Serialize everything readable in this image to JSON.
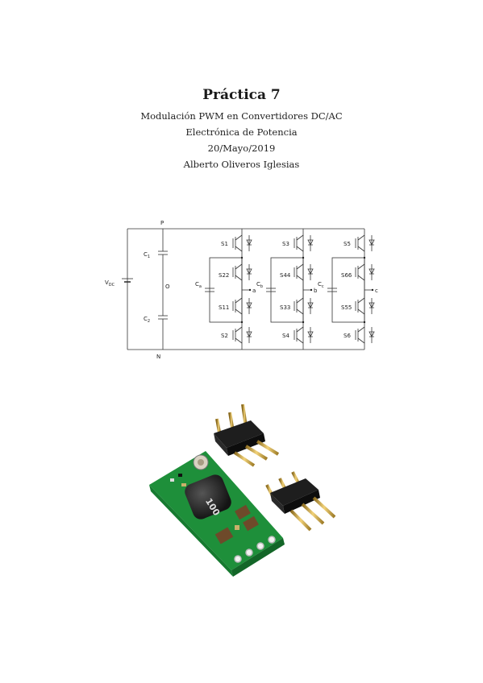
{
  "document": {
    "title": "Práctica 7",
    "subtitle": "Modulación PWM en Convertidores DC/AC",
    "course": "Electrónica de Potencia",
    "date": "20/Mayo/2019",
    "author": "Alberto Oliveros Iglesias"
  },
  "circuit": {
    "labels": {
      "p": "P",
      "n": "N",
      "o": "O",
      "vdc": "V",
      "vdc_sub": "DC",
      "c1": "C",
      "c1_sub": "1",
      "c2": "C",
      "c2_sub": "2",
      "ca": "C",
      "ca_sub": "a",
      "cb": "C",
      "cb_sub": "b",
      "cc": "C",
      "cc_sub": "c",
      "out_a": "a",
      "out_b": "b",
      "out_c": "c"
    },
    "switches": [
      "S1",
      "S22",
      "S11",
      "S2",
      "S3",
      "S44",
      "S33",
      "S4",
      "S5",
      "S66",
      "S55",
      "S6"
    ]
  },
  "photo": {
    "inductor_marking": "100"
  }
}
